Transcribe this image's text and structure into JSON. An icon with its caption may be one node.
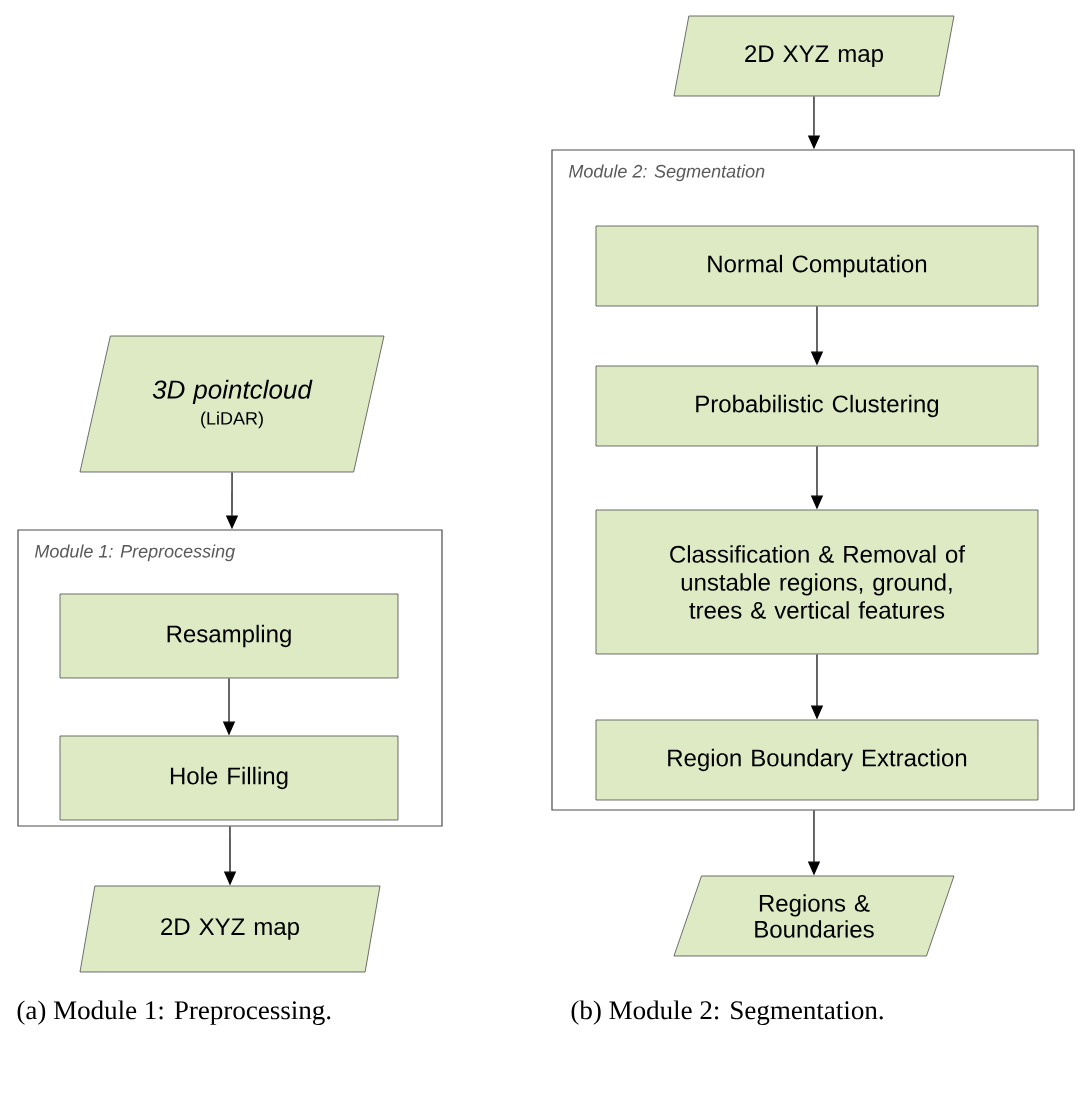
{
  "diagram": {
    "nodes": [
      {
        "text": [
          "3D pointcloud",
          "(LiDAR)"
        ]
      },
      {
        "text": [
          "Module 1: Preprocessing"
        ]
      },
      {
        "text": [
          "Resampling"
        ],
        "in": 1
      },
      {
        "text": [
          "Hole Filling"
        ],
        "in": 1
      },
      {
        "text": [
          "2D XYZ map"
        ]
      },
      {
        "text": [
          "2D XYZ map"
        ]
      },
      {
        "text": [
          "Module 2: Segmentation"
        ]
      },
      {
        "text": [
          "Normal Computation"
        ],
        "in": 6
      },
      {
        "text": [
          "Probabilistic Clustering"
        ],
        "in": 6
      },
      {
        "text": [
          "Classification & Removal of unstable regions, ground, trees & vertical features"
        ],
        "in": 6
      },
      {
        "text": [
          "Region Boundary Extraction"
        ],
        "in": 6
      },
      {
        "text": [
          "Regions & Boundaries"
        ]
      }
    ],
    "edges": [
      {
        "from": 0,
        "to": 1,
        "arrow": "to"
      },
      {
        "from": 2,
        "to": 3,
        "arrow": "to"
      },
      {
        "from": 1,
        "to": 4,
        "arrow": "to"
      },
      {
        "from": 5,
        "to": 6,
        "arrow": "to"
      },
      {
        "from": 7,
        "to": 8,
        "arrow": "to"
      },
      {
        "from": 8,
        "to": 9,
        "arrow": "to"
      },
      {
        "from": 9,
        "to": 10,
        "arrow": "to"
      },
      {
        "from": 6,
        "to": 11,
        "arrow": "to"
      }
    ],
    "labels": [
      "(a) Module 1: Preprocessing.",
      "(b) Module 2: Segmentation."
    ]
  }
}
